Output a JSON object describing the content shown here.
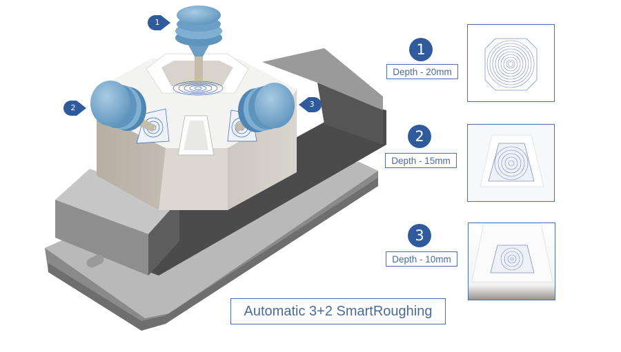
{
  "title": "Automatic 3+2 SmartRoughing",
  "colors": {
    "accent": "#2f5b9c",
    "border": "#4a6fa5",
    "text": "#4a6a98",
    "tool": "#7fb0d4",
    "toolpath": "#3d64b8"
  },
  "callouts": [
    {
      "number": "1",
      "depth_label": "Depth - 20mm"
    },
    {
      "number": "2",
      "depth_label": "Depth - 15mm"
    },
    {
      "number": "3",
      "depth_label": "Depth - 10mm"
    }
  ],
  "tool_tags": [
    "1",
    "2",
    "3"
  ]
}
